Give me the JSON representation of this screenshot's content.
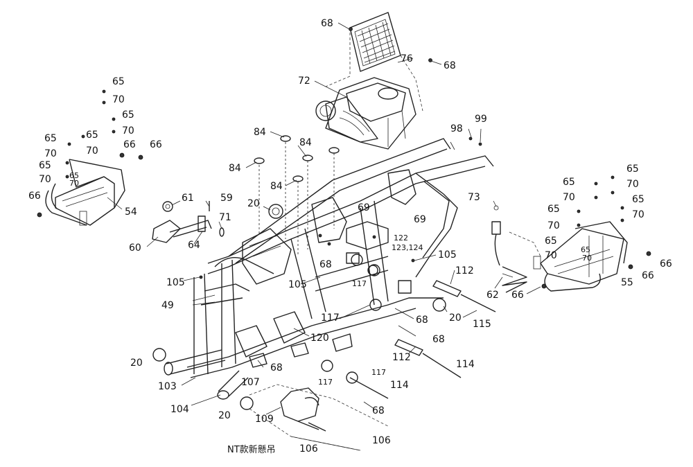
{
  "caption": "NT款新懸吊",
  "callouts": [
    {
      "id": "c-68a",
      "text": "68"
    },
    {
      "id": "c-76",
      "text": "76"
    },
    {
      "id": "c-68b",
      "text": "68"
    },
    {
      "id": "c-72",
      "text": "72"
    },
    {
      "id": "c-65a",
      "text": "65"
    },
    {
      "id": "c-70a",
      "text": "70"
    },
    {
      "id": "c-65b",
      "text": "65"
    },
    {
      "id": "c-70b",
      "text": "70"
    },
    {
      "id": "c-65c",
      "text": "65"
    },
    {
      "id": "c-65d",
      "text": "65"
    },
    {
      "id": "c-70c",
      "text": "70"
    },
    {
      "id": "c-66a",
      "text": "66"
    },
    {
      "id": "c-66b",
      "text": "66"
    },
    {
      "id": "c-70d",
      "text": "70"
    },
    {
      "id": "c-65e",
      "text": "65"
    },
    {
      "id": "c-70e",
      "text": "70"
    },
    {
      "id": "c-66c",
      "text": "66"
    },
    {
      "id": "c-54",
      "text": "54"
    },
    {
      "id": "c-84a",
      "text": "84"
    },
    {
      "id": "c-84b",
      "text": "84"
    },
    {
      "id": "c-84c",
      "text": "84"
    },
    {
      "id": "c-84d",
      "text": "84"
    },
    {
      "id": "c-98",
      "text": "98"
    },
    {
      "id": "c-99",
      "text": "99"
    },
    {
      "id": "c-61",
      "text": "61"
    },
    {
      "id": "c-59",
      "text": "59"
    },
    {
      "id": "c-20a",
      "text": "20"
    },
    {
      "id": "c-71",
      "text": "71"
    },
    {
      "id": "c-69a",
      "text": "69"
    },
    {
      "id": "c-69b",
      "text": "69"
    },
    {
      "id": "c-73",
      "text": "73"
    },
    {
      "id": "c-60",
      "text": "60"
    },
    {
      "id": "c-64",
      "text": "64"
    },
    {
      "id": "c-122",
      "text": "122"
    },
    {
      "id": "c-123",
      "text": "123,124"
    },
    {
      "id": "c-68c",
      "text": "68"
    },
    {
      "id": "c-105a",
      "text": "105"
    },
    {
      "id": "c-105b",
      "text": "105"
    },
    {
      "id": "c-105c",
      "text": "105"
    },
    {
      "id": "c-117a",
      "text": "117"
    },
    {
      "id": "c-112a",
      "text": "112"
    },
    {
      "id": "c-49",
      "text": "49"
    },
    {
      "id": "c-117b",
      "text": "117"
    },
    {
      "id": "c-68d",
      "text": "68"
    },
    {
      "id": "c-20b",
      "text": "20"
    },
    {
      "id": "c-115",
      "text": "115"
    },
    {
      "id": "c-68e",
      "text": "68"
    },
    {
      "id": "c-120",
      "text": "120"
    },
    {
      "id": "c-62",
      "text": "62"
    },
    {
      "id": "c-66d",
      "text": "66"
    },
    {
      "id": "c-20c",
      "text": "20"
    },
    {
      "id": "c-68f",
      "text": "68"
    },
    {
      "id": "c-112b",
      "text": "112"
    },
    {
      "id": "c-114a",
      "text": "114"
    },
    {
      "id": "c-103",
      "text": "103"
    },
    {
      "id": "c-107",
      "text": "107"
    },
    {
      "id": "c-117c",
      "text": "117"
    },
    {
      "id": "c-117d",
      "text": "117"
    },
    {
      "id": "c-114b",
      "text": "114"
    },
    {
      "id": "c-104",
      "text": "104"
    },
    {
      "id": "c-68g",
      "text": "68"
    },
    {
      "id": "c-20d",
      "text": "20"
    },
    {
      "id": "c-109",
      "text": "109"
    },
    {
      "id": "c-106a",
      "text": "106"
    },
    {
      "id": "c-106b",
      "text": "106"
    },
    {
      "id": "c-65f",
      "text": "65"
    },
    {
      "id": "c-65g",
      "text": "65"
    },
    {
      "id": "c-70f",
      "text": "70"
    },
    {
      "id": "c-70g",
      "text": "70"
    },
    {
      "id": "c-65h",
      "text": "65"
    },
    {
      "id": "c-65i",
      "text": "65"
    },
    {
      "id": "c-70h",
      "text": "70"
    },
    {
      "id": "c-70i",
      "text": "70"
    },
    {
      "id": "c-65j",
      "text": "65"
    },
    {
      "id": "c-70j",
      "text": "70"
    },
    {
      "id": "c-66e",
      "text": "66"
    },
    {
      "id": "c-66f",
      "text": "66"
    },
    {
      "id": "c-55",
      "text": "55"
    },
    {
      "id": "c-65k",
      "text": "65"
    },
    {
      "id": "c-70k",
      "text": "70"
    },
    {
      "id": "c-65l",
      "text": "65"
    },
    {
      "id": "c-70l",
      "text": "70"
    }
  ]
}
